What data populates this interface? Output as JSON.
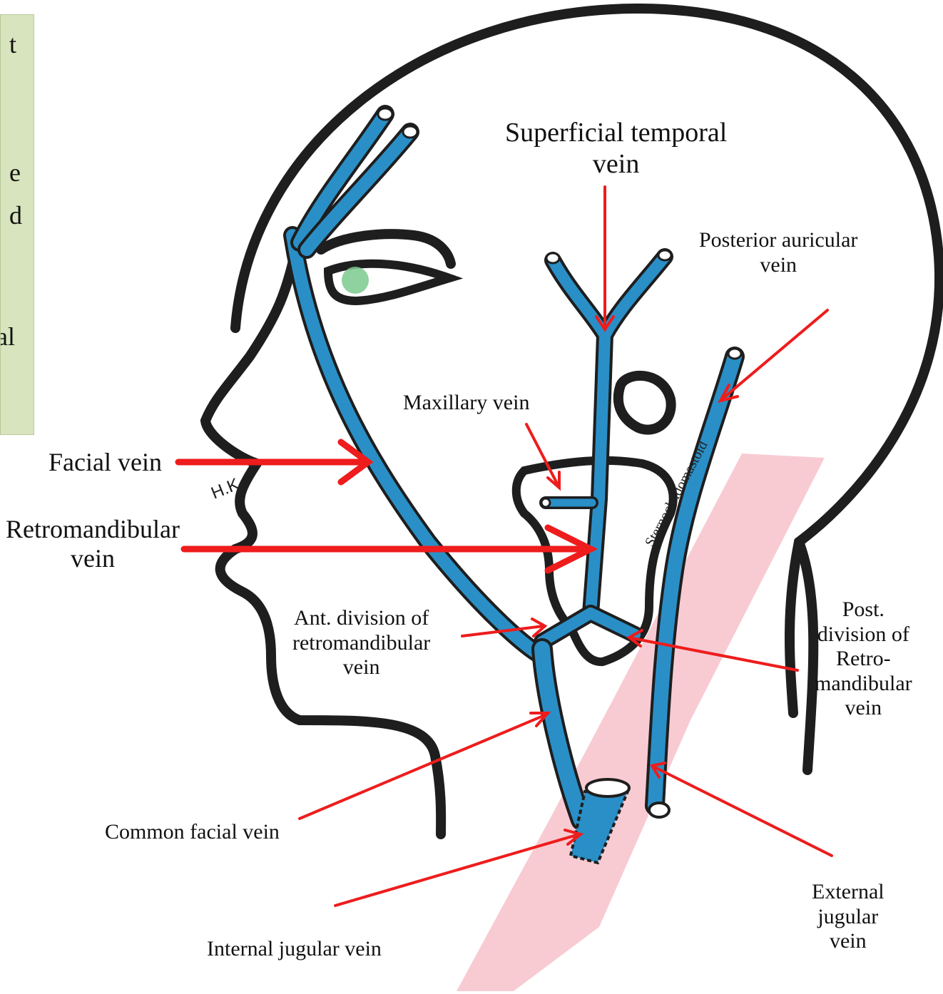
{
  "diagram": {
    "labels": {
      "superficial_temporal": [
        "Superficial temporal",
        "vein"
      ],
      "posterior_auricular": [
        "Posterior auricular",
        "vein"
      ],
      "maxillary": "Maxillary vein",
      "facial": "Facial vein",
      "retromandibular": [
        "Retromandibular",
        "vein"
      ],
      "ant_division": [
        "Ant. division of",
        "retromandibular",
        "vein"
      ],
      "post_division": [
        "Post.",
        "division of",
        "Retro-",
        "mandibular",
        "vein"
      ],
      "common_facial": "Common facial vein",
      "internal_jugular": "Internal jugular vein",
      "external_jugular": [
        "External",
        "jugular",
        "vein"
      ],
      "muscle": "Sternocleidomastoid",
      "signature": "H.K"
    },
    "side_note_fragments": [
      "t",
      "e",
      "d",
      "al"
    ],
    "colors": {
      "vein": "#2a8fc7",
      "outline": "#1e1e1e",
      "arrow": "#ee1c1c",
      "muscle": "#f2a0ae",
      "eye": "#7cc98f",
      "note_bg": "#d7e4bd"
    }
  }
}
